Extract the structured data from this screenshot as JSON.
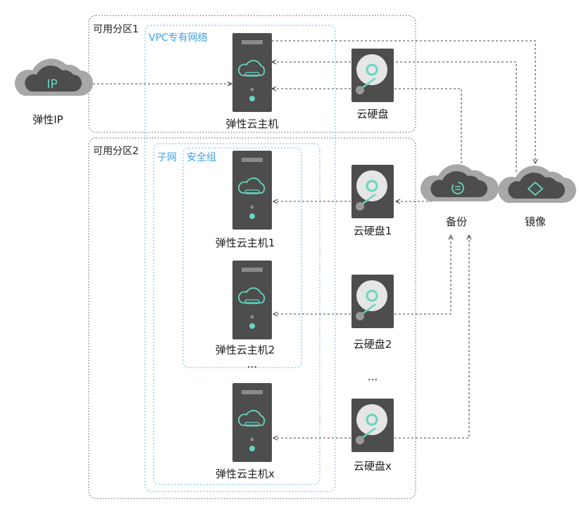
{
  "zones": {
    "az1": "可用分区1",
    "az2": "可用分区2",
    "vpc": "VPC专有网络",
    "subnet": "子网",
    "security_group": "安全组"
  },
  "elastic_ip": {
    "label": "弹性IP",
    "icon_text": "IP"
  },
  "servers": {
    "az1": "弹性云主机",
    "s1": "弹性云主机1",
    "s2": "弹性云主机2",
    "sx": "弹性云主机x",
    "ellipsis": "..."
  },
  "disks": {
    "az1": "云硬盘",
    "d1": "云硬盘1",
    "d2": "云硬盘2",
    "dx": "云硬盘x",
    "ellipsis": "..."
  },
  "backup": "备份",
  "image": "镜像",
  "icons": {
    "server": "server-icon",
    "disk": "hard-disk-icon",
    "cloud": "cloud-icon",
    "backup": "backup-cloud-icon",
    "image": "image-cloud-icon"
  },
  "colors": {
    "icon_dark": "#4d4d4d",
    "cloud_gray": "#a7a7a7",
    "accent_teal": "#66d6c0",
    "blue_border": "#7cc4f0",
    "blue_text": "#3aa0e6",
    "zone_border": "#555555",
    "arrow": "#444444"
  }
}
